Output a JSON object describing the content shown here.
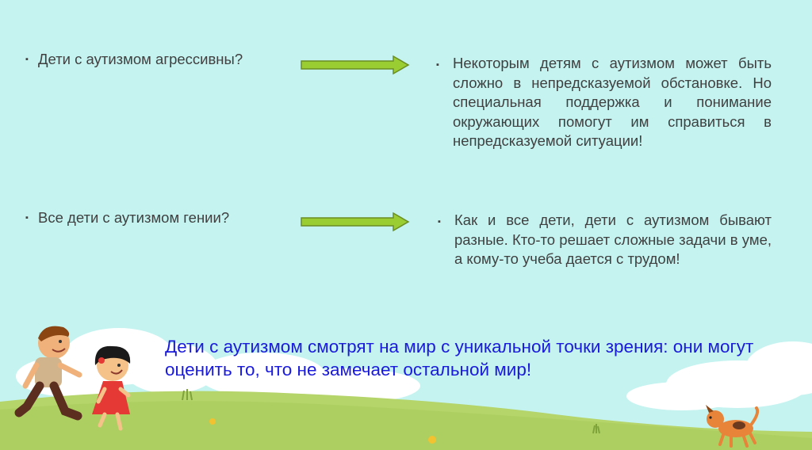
{
  "rows": [
    {
      "question": "Дети с аутизмом агрессивны?",
      "answer": "Некоторым детям с аутизмом может быть сложно в непредсказуемой обстановке. Но специальная поддержка и понимание окружающих помогут им справиться в непредсказуемой ситуации!"
    },
    {
      "question": "Все дети с аутизмом гении?",
      "answer": "Как и все дети, дети с аутизмом бывают разные. Кто-то решает сложные задачи в уме, а кому-то учеба дается с трудом!"
    }
  ],
  "bullet_glyph": "▪",
  "conclusion": "Дети с аутизмом смотрят на мир с уникальной точки зрения: они могут оценить то, что не замечает остальной мир!",
  "colors": {
    "background": "#c4f3f0",
    "arrow_fill": "#9acd32",
    "arrow_stroke": "#6b8e23",
    "conclusion_text": "#1a1adb",
    "grass": "#b5d46a",
    "cloud": "#ffffff"
  },
  "decorations": [
    "boy-illustration",
    "girl-illustration",
    "dog-illustration",
    "cloud-illustration",
    "grass-hill-illustration"
  ]
}
